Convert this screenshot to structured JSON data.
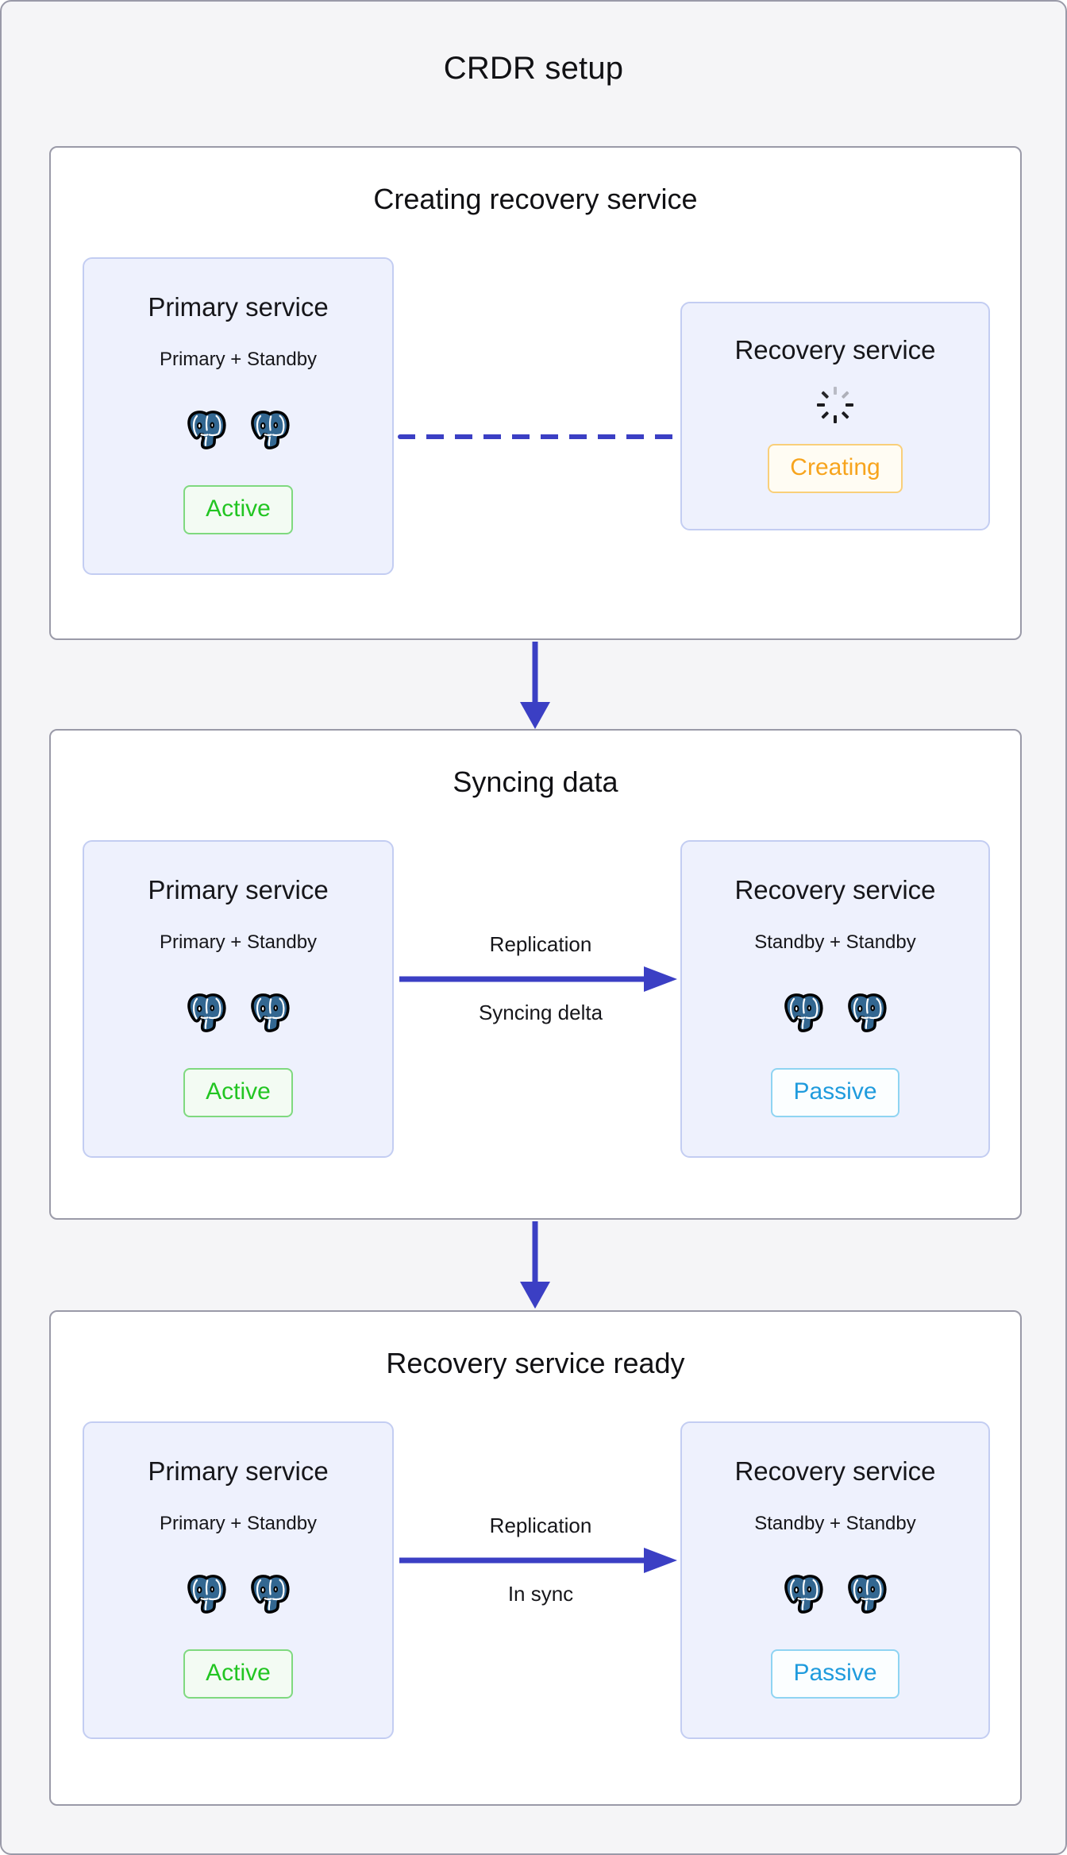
{
  "title": "CRDR setup",
  "colors": {
    "canvas_bg": "#f5f5f7",
    "panel_border": "#9a9aa8",
    "card_bg": "#eef1fd",
    "card_border": "#c3cdf2",
    "arrow_blue": "#3b3fc4",
    "pg_blue": "#336791",
    "active_green": "#22c522",
    "passive_blue": "#1f9bdd",
    "creating_orange": "#f7a41d"
  },
  "stages": [
    {
      "id": "creating-recovery-service",
      "title": "Creating recovery service",
      "left_service": {
        "name": "Primary service",
        "topology": "Primary + Standby",
        "node_count": 2,
        "node_icon": "postgresql-elephant-icon",
        "badge": "Active",
        "badge_state": "active"
      },
      "right_service": {
        "name": "Recovery service",
        "topology": "",
        "node_count": 0,
        "node_icon": "spinner-icon",
        "badge": "Creating",
        "badge_state": "creating"
      },
      "connector": {
        "style": "dashed",
        "label_above": "",
        "label_below": "",
        "arrowhead": false
      }
    },
    {
      "id": "syncing-data",
      "title": "Syncing data",
      "left_service": {
        "name": "Primary service",
        "topology": "Primary + Standby",
        "node_count": 2,
        "node_icon": "postgresql-elephant-icon",
        "badge": "Active",
        "badge_state": "active"
      },
      "right_service": {
        "name": "Recovery service",
        "topology": "Standby + Standby",
        "node_count": 2,
        "node_icon": "postgresql-elephant-icon",
        "badge": "Passive",
        "badge_state": "passive"
      },
      "connector": {
        "style": "solid",
        "label_above": "Replication",
        "label_below": "Syncing delta",
        "arrowhead": true
      }
    },
    {
      "id": "recovery-service-ready",
      "title": "Recovery service ready",
      "left_service": {
        "name": "Primary service",
        "topology": "Primary + Standby",
        "node_count": 2,
        "node_icon": "postgresql-elephant-icon",
        "badge": "Active",
        "badge_state": "active"
      },
      "right_service": {
        "name": "Recovery service",
        "topology": "Standby + Standby",
        "node_count": 2,
        "node_icon": "postgresql-elephant-icon",
        "badge": "Passive",
        "badge_state": "passive"
      },
      "connector": {
        "style": "solid",
        "label_above": "Replication",
        "label_below": "In sync",
        "arrowhead": true
      }
    }
  ],
  "flow_arrows": [
    {
      "from": "creating-recovery-service",
      "to": "syncing-data",
      "direction": "down"
    },
    {
      "from": "syncing-data",
      "to": "recovery-service-ready",
      "direction": "down"
    }
  ]
}
